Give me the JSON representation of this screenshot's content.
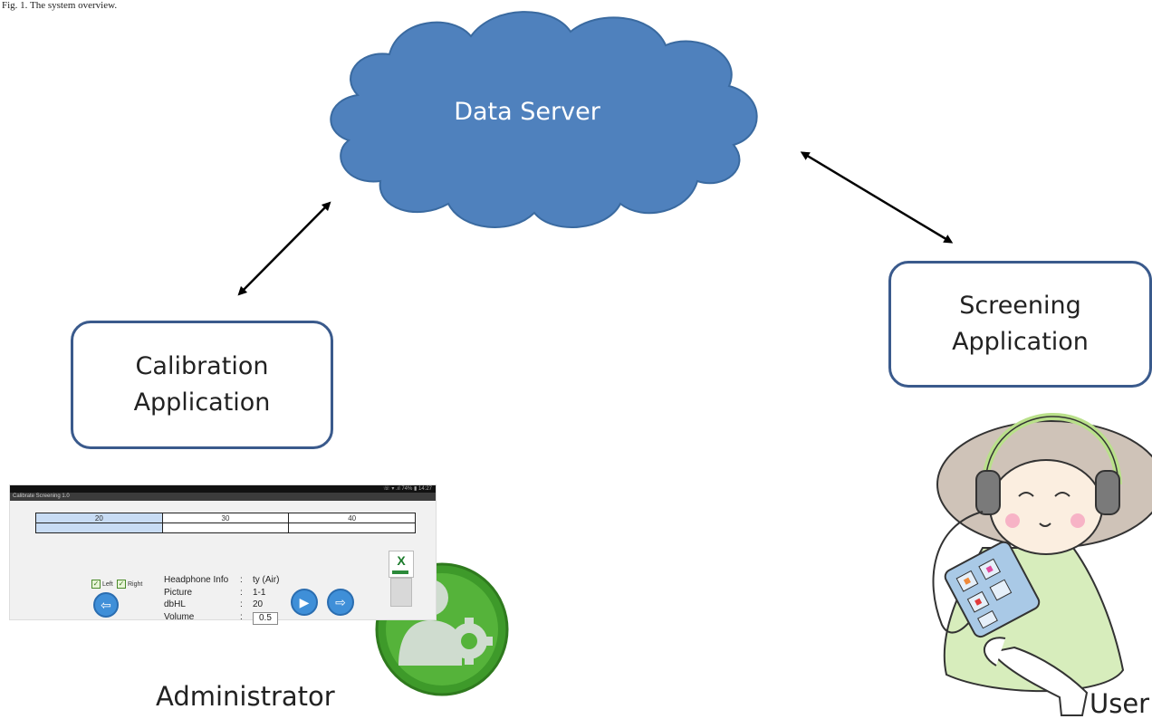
{
  "caption": "Fig. 1. The system overview.",
  "nodes": {
    "data_server": "Data Server",
    "calibration": [
      "Calibration",
      "Application"
    ],
    "screening": [
      "Screening",
      "Application"
    ]
  },
  "roles": {
    "administrator": "Administrator",
    "user": "User"
  },
  "tablet": {
    "status": "☏ ▾ .ıl 74% ▮ 14:27",
    "title": "Calibrate Screening 1.0",
    "columns": [
      "20",
      "30",
      "40"
    ],
    "checkboxes": [
      "Left",
      "Right"
    ],
    "info": [
      {
        "key": "Headphone Info",
        "sep": ":",
        "value": "ty (Air)"
      },
      {
        "key": "Picture",
        "sep": ":",
        "value": "1-1"
      },
      {
        "key": "dbHL",
        "sep": ":",
        "value": "20"
      }
    ],
    "volume_label": "Volume",
    "volume_sep": ":",
    "volume_value": "0.5",
    "xls_label": "X"
  },
  "colors": {
    "cloud": "#4f81bd",
    "box_border": "#3a5a8c",
    "admin_icon": "#3e9a2a"
  },
  "icons": [
    "admin-settings-icon",
    "user-illustration",
    "back-arrow-icon",
    "play-icon",
    "forward-arrow-icon",
    "excel-icon"
  ]
}
